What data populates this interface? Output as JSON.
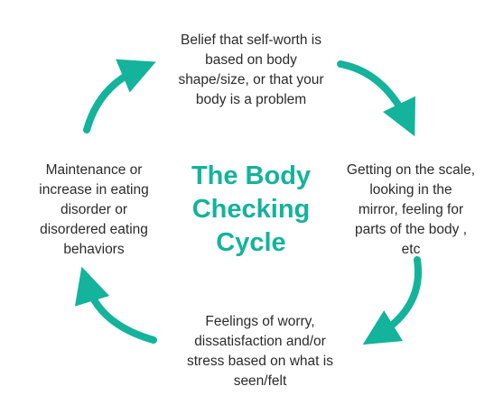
{
  "title": [
    "The Body",
    "Checking",
    "Cycle"
  ],
  "colors": {
    "accent": "#14b39b",
    "text": "#2b2b2b"
  },
  "nodes": {
    "top": [
      "Belief that self-worth is",
      "based on body",
      "shape/size, or that your",
      "body is a problem"
    ],
    "right": [
      "Getting on the scale,",
      "looking in the",
      "mirror, feeling for",
      "parts of the body ,",
      "etc"
    ],
    "bottom": [
      "Feelings of worry,",
      "dissatisfaction and/or",
      "stress based on what is",
      "seen/felt"
    ],
    "left": [
      "Maintenance or",
      "increase in eating",
      "disorder or",
      "disordered eating",
      "behaviors"
    ]
  }
}
